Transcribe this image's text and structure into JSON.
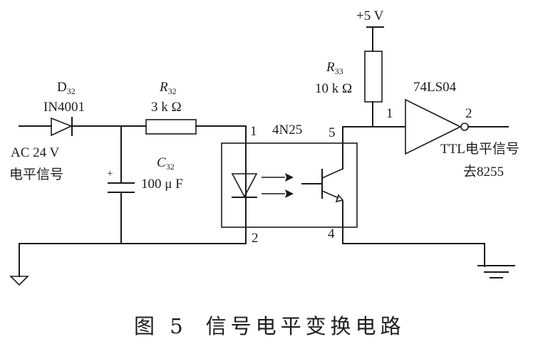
{
  "diagram": {
    "type": "circuit-schematic",
    "caption": {
      "figure_label": "图 5",
      "title": "信号电平变换电路"
    },
    "input": {
      "line1": "AC 24 V",
      "line2": "电平信号"
    },
    "output": {
      "line1": "TTL电平信号",
      "line2": "去8255"
    },
    "supply": {
      "label": "+5 V"
    },
    "components": {
      "diode": {
        "ref": "D",
        "ref_sub": "32",
        "part": "IN4001"
      },
      "r32": {
        "ref": "R",
        "ref_sub": "32",
        "value": "3 k Ω"
      },
      "c32": {
        "ref": "C",
        "ref_sub": "32",
        "value": "100 μ F",
        "polarity": "+"
      },
      "r33": {
        "ref": "R",
        "ref_sub": "33",
        "value": "10 k Ω"
      },
      "optocoupler": {
        "part": "4N25",
        "pins": {
          "anode": "1",
          "cathode": "2",
          "collector": "5",
          "emitter": "4"
        }
      },
      "inverter": {
        "part": "74LS04",
        "pin_in": "1",
        "pin_out": "2"
      }
    }
  }
}
